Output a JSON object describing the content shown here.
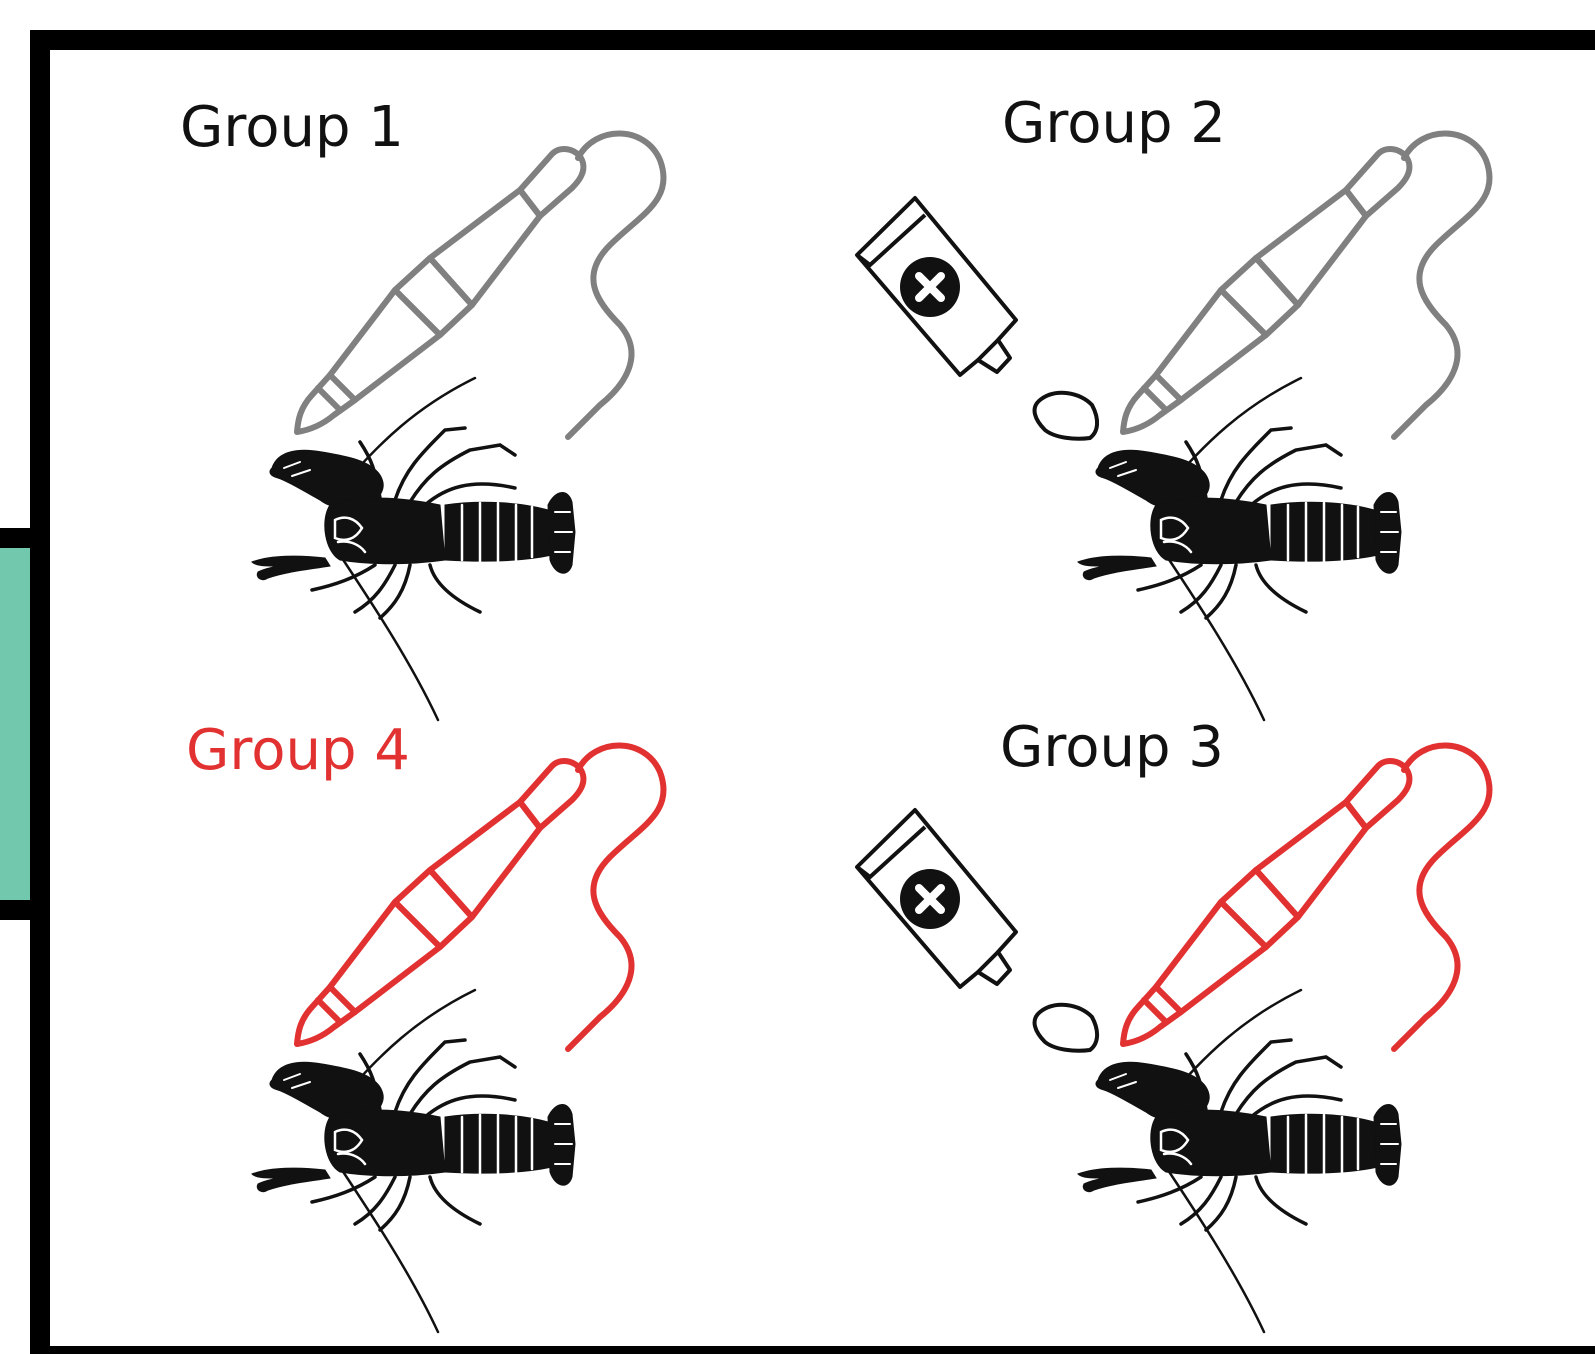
{
  "colors": {
    "border": "#000000",
    "side_tab": "#72c8ad",
    "iron_gray": "#808080",
    "iron_red": "#e23131",
    "label_default": "#111111",
    "label_highlight": "#e23131",
    "crayfish": "#111111",
    "tube": "#111111"
  },
  "groups": [
    {
      "label": "Group 1",
      "iron_color": "gray",
      "has_tube": false,
      "label_color": "default"
    },
    {
      "label": "Group 2",
      "iron_color": "gray",
      "has_tube": true,
      "label_color": "default"
    },
    {
      "label": "Group 3",
      "iron_color": "red",
      "has_tube": true,
      "label_color": "default"
    },
    {
      "label": "Group 4",
      "iron_color": "red",
      "has_tube": false,
      "label_color": "highlight"
    }
  ],
  "icons": [
    "soldering-iron-icon",
    "ointment-tube-icon",
    "crayfish-icon"
  ]
}
